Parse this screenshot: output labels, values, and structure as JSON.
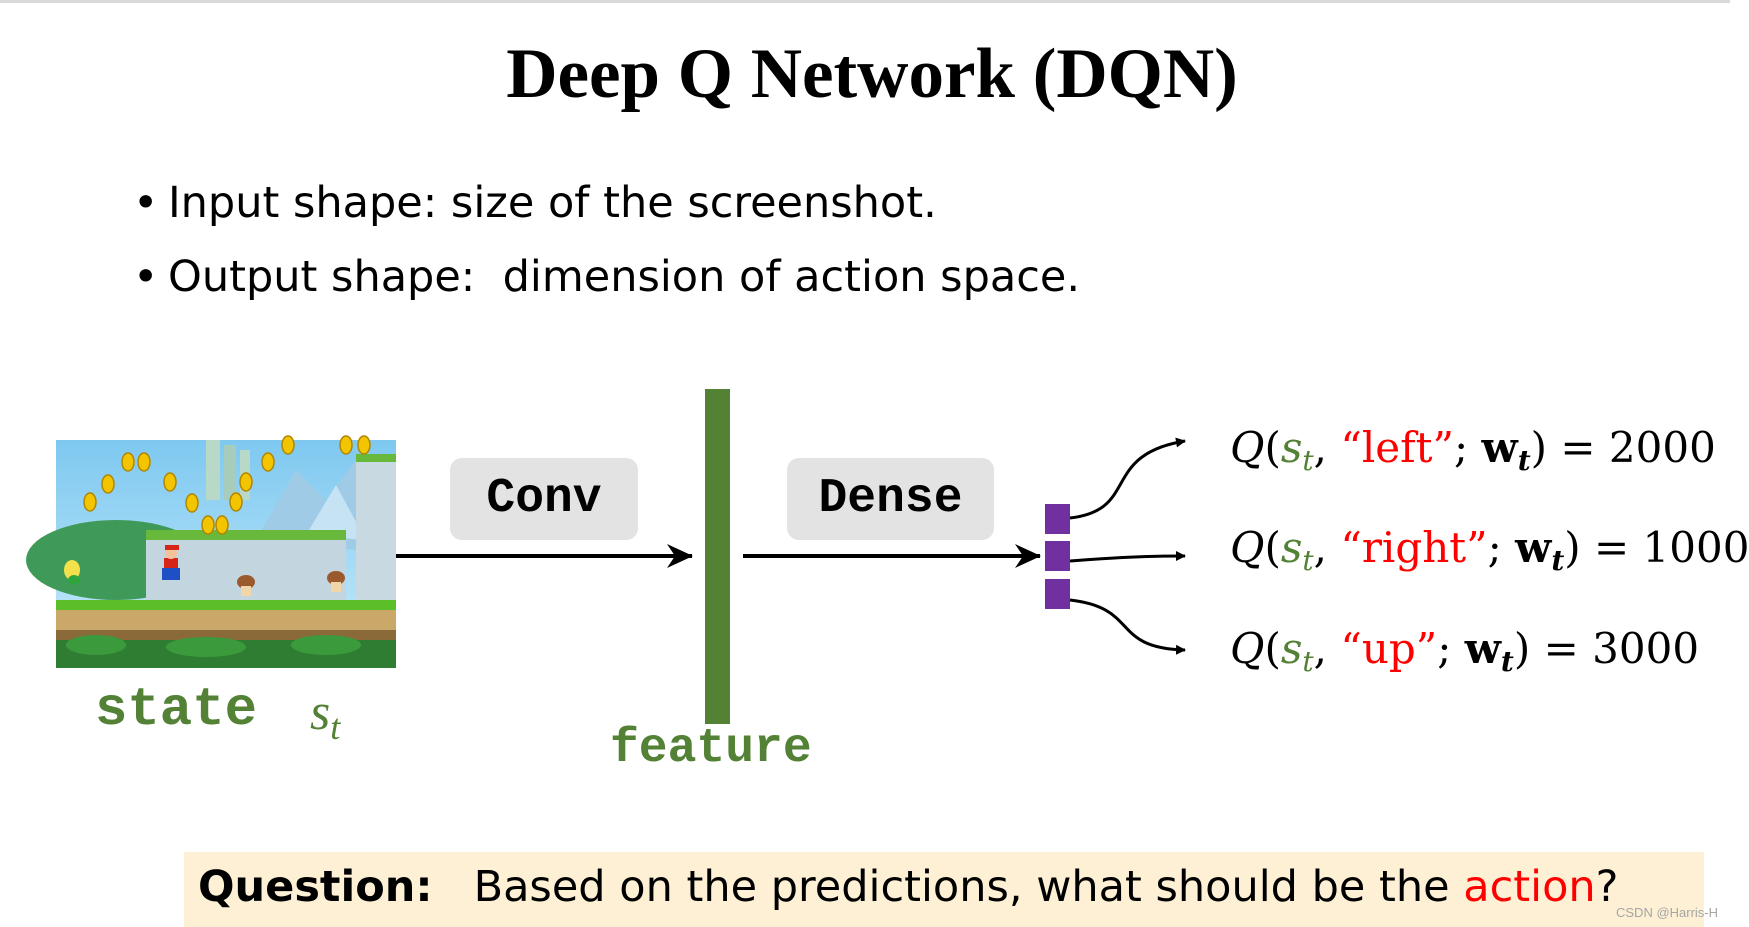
{
  "title": "Deep Q Network (DQN)",
  "bullets": [
    "Input shape: size of the screenshot.",
    "Output shape:  dimension of action space."
  ],
  "diagram": {
    "state_label": "state",
    "state_var": "s",
    "state_sub": "t",
    "conv_label": "Conv",
    "dense_label": "Dense",
    "feature_label": "feature",
    "colors": {
      "green": "#538135",
      "feature_bar": "#548235",
      "output": "#7030a0",
      "action": "#ff0000"
    },
    "outputs": [
      {
        "q": "Q",
        "open": "(",
        "s": "s",
        "t1": "t",
        "comma": ", ",
        "action": "“left”",
        "semi": "; ",
        "w": "w",
        "t2": "t",
        "close": ")",
        "eq": " = ",
        "value": "2000"
      },
      {
        "q": "Q",
        "open": "(",
        "s": "s",
        "t1": "t",
        "comma": ", ",
        "action": "“right”",
        "semi": "; ",
        "w": "w",
        "t2": "t",
        "close": ")",
        "eq": " = ",
        "value": "1000"
      },
      {
        "q": "Q",
        "open": "(",
        "s": "s",
        "t1": "t",
        "comma": ", ",
        "action": "“up”",
        "semi": "; ",
        "w": "w",
        "t2": "t",
        "close": ")",
        "eq": " = ",
        "value": "3000"
      }
    ]
  },
  "question": {
    "label": "Question:",
    "text": "   Based on the predictions, what should be the ",
    "highlight": "action",
    "end": "?"
  },
  "watermark": "CSDN @Harris-H"
}
